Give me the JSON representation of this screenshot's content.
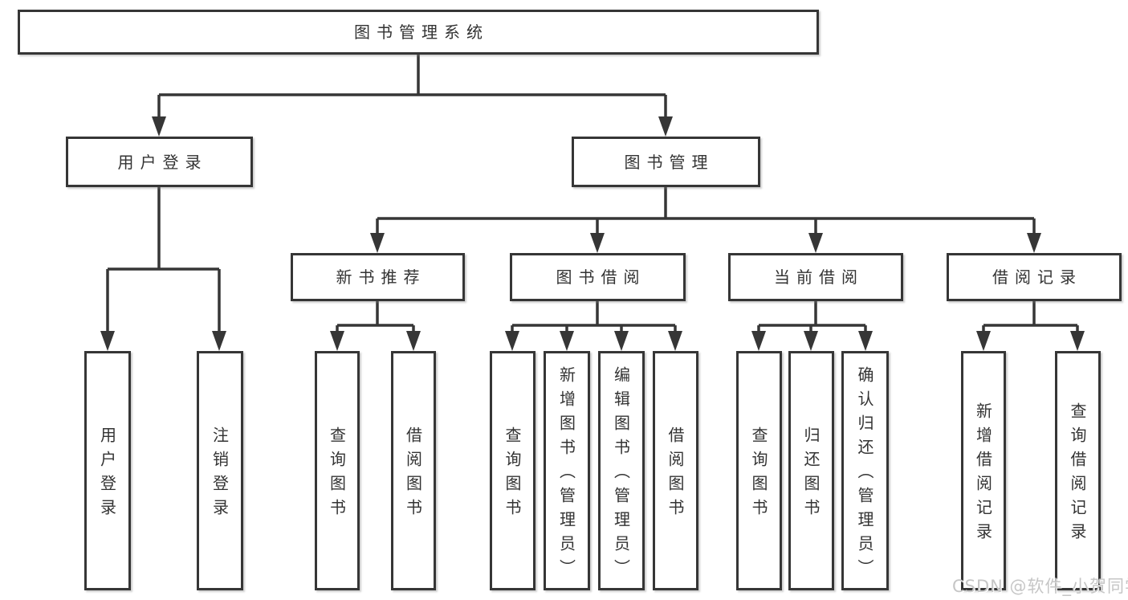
{
  "diagram_type": "hierarchy-tree",
  "watermark": "CSDN @软件_小贺同学",
  "colors": {
    "line": "#363636",
    "text": "#333333",
    "box_background": "#ffffff",
    "watermark": "#c6c6c6",
    "page_background": "#ffffff"
  },
  "tree": {
    "label": "图书管理系统",
    "children": [
      {
        "label": "用户登录",
        "children": [
          {
            "label": "用户登录"
          },
          {
            "label": "注销登录"
          }
        ]
      },
      {
        "label": "图书管理",
        "children": [
          {
            "label": "新书推荐",
            "children": [
              {
                "label": "查询图书"
              },
              {
                "label": "借阅图书"
              }
            ]
          },
          {
            "label": "图书借阅",
            "children": [
              {
                "label": "查询图书"
              },
              {
                "label": "新增图书（管理员）"
              },
              {
                "label": "编辑图书（管理员）"
              },
              {
                "label": "借阅图书"
              }
            ]
          },
          {
            "label": "当前借阅",
            "children": [
              {
                "label": "查询图书"
              },
              {
                "label": "归还图书"
              },
              {
                "label": "确认归还（管理员）"
              }
            ]
          },
          {
            "label": "借阅记录",
            "children": [
              {
                "label": "新增借阅记录"
              },
              {
                "label": "查询借阅记录"
              }
            ]
          }
        ]
      }
    ]
  }
}
